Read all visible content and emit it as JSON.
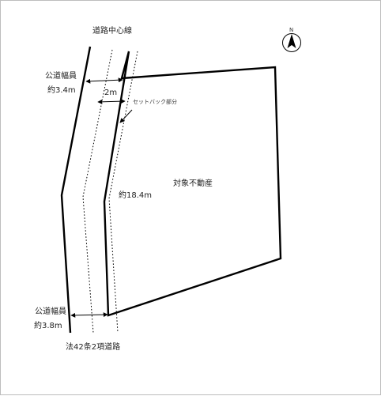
{
  "labels": {
    "road_centerline": "道路中心線",
    "road_width_label_top": "公道幅員",
    "road_width_top": "約3.4m",
    "setback_distance": "2m",
    "setback": "セットバック部分",
    "property": "対象不動産",
    "frontage": "約18.4m",
    "road_width_label_bottom": "公道幅員",
    "road_width_bottom": "約3.8m",
    "road_type": "法42条2項道路"
  },
  "compass": {
    "north": "N",
    "icon": "north-arrow-icon"
  },
  "colors": {
    "line": "#000000",
    "text": "#222222",
    "frame": "#bdbdbd"
  }
}
